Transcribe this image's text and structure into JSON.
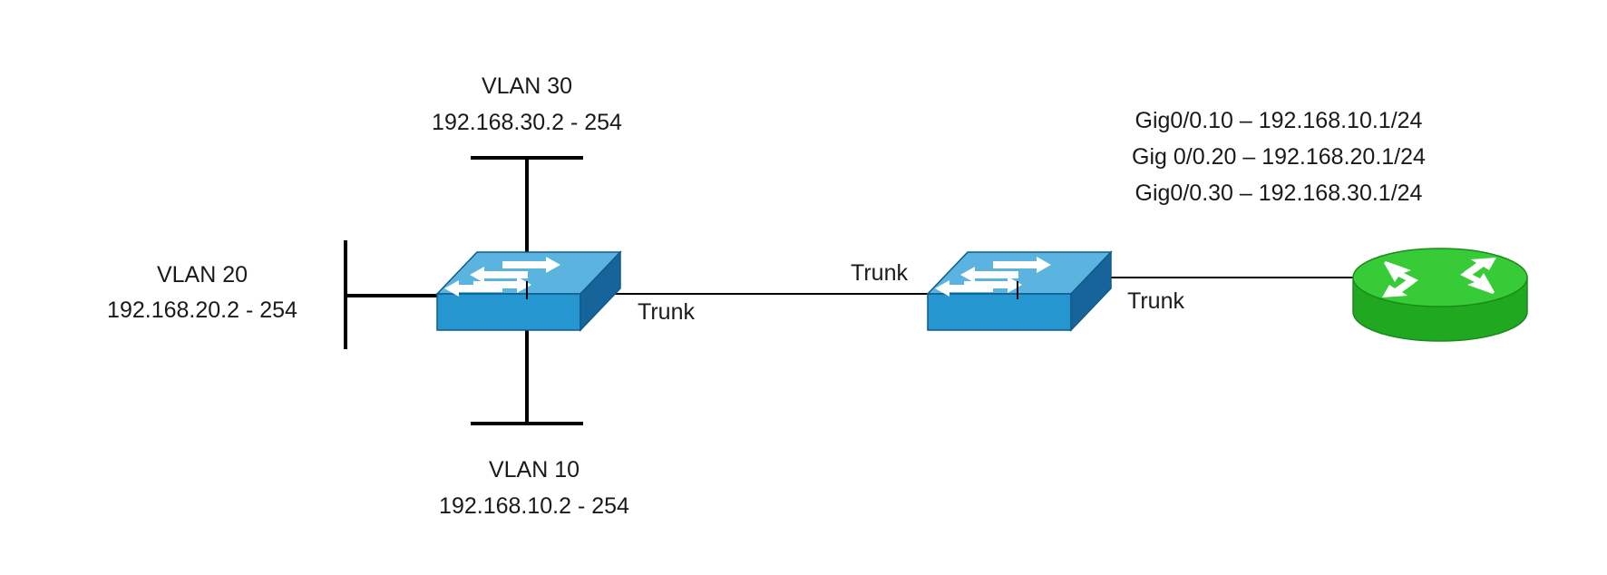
{
  "labels": {
    "vlan30": {
      "name": "VLAN 30",
      "range": "192.168.30.2 - 254"
    },
    "vlan20": {
      "name": "VLAN 20",
      "range": "192.168.20.2 - 254"
    },
    "vlan10": {
      "name": "VLAN 10",
      "range": "192.168.10.2 - 254"
    },
    "trunks": {
      "switch1_side": "Trunk",
      "switch2_left": "Trunk",
      "switch2_right": "Trunk"
    },
    "router_subinterfaces": [
      "Gig0/0.10 – 192.168.10.1/24",
      "Gig 0/0.20 – 192.168.20.1/24",
      "Gig0/0.30 – 192.168.30.1/24"
    ]
  },
  "colors": {
    "switch_top": "#5bb3e0",
    "switch_front": "#2596d0",
    "switch_side": "#16649a",
    "switch_outline": "#0f5a8a",
    "router_top": "#37cc37",
    "router_body": "#21a821",
    "link": "#000000"
  },
  "icons": {
    "switch": "switch-icon",
    "router": "router-icon"
  }
}
